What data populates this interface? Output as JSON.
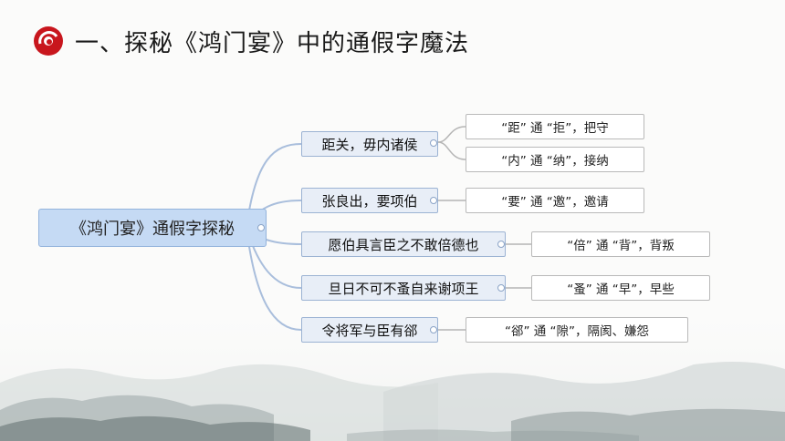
{
  "title": "一、探秘《鸿门宴》中的通假字魔法",
  "icons": {
    "title_bullet": "red-circle-bullet-icon"
  },
  "colors": {
    "accent": "#c8161d",
    "root_fill": "#c5daf4",
    "branch_fill": "#e8eef7",
    "line": "#a9bedc"
  },
  "mindmap": {
    "root": "《鸿门宴》通假字探秘",
    "branches": [
      {
        "label": "距关，毋内诸侯",
        "leaves": [
          "“距” 通 “拒”，把守",
          "“内” 通 “纳”，接纳"
        ]
      },
      {
        "label": "张良出，要项伯",
        "leaves": [
          "“要” 通 “邀”，邀请"
        ]
      },
      {
        "label": "愿伯具言臣之不敢倍德也",
        "leaves": [
          "“倍” 通 “背”，背叛"
        ]
      },
      {
        "label": "旦日不可不蚤自来谢项王",
        "leaves": [
          "“蚤” 通 “早”，早些"
        ]
      },
      {
        "label": "令将军与臣有郤",
        "leaves": [
          "“郤” 通 “隙”，隔阂、嫌怨"
        ]
      }
    ]
  }
}
